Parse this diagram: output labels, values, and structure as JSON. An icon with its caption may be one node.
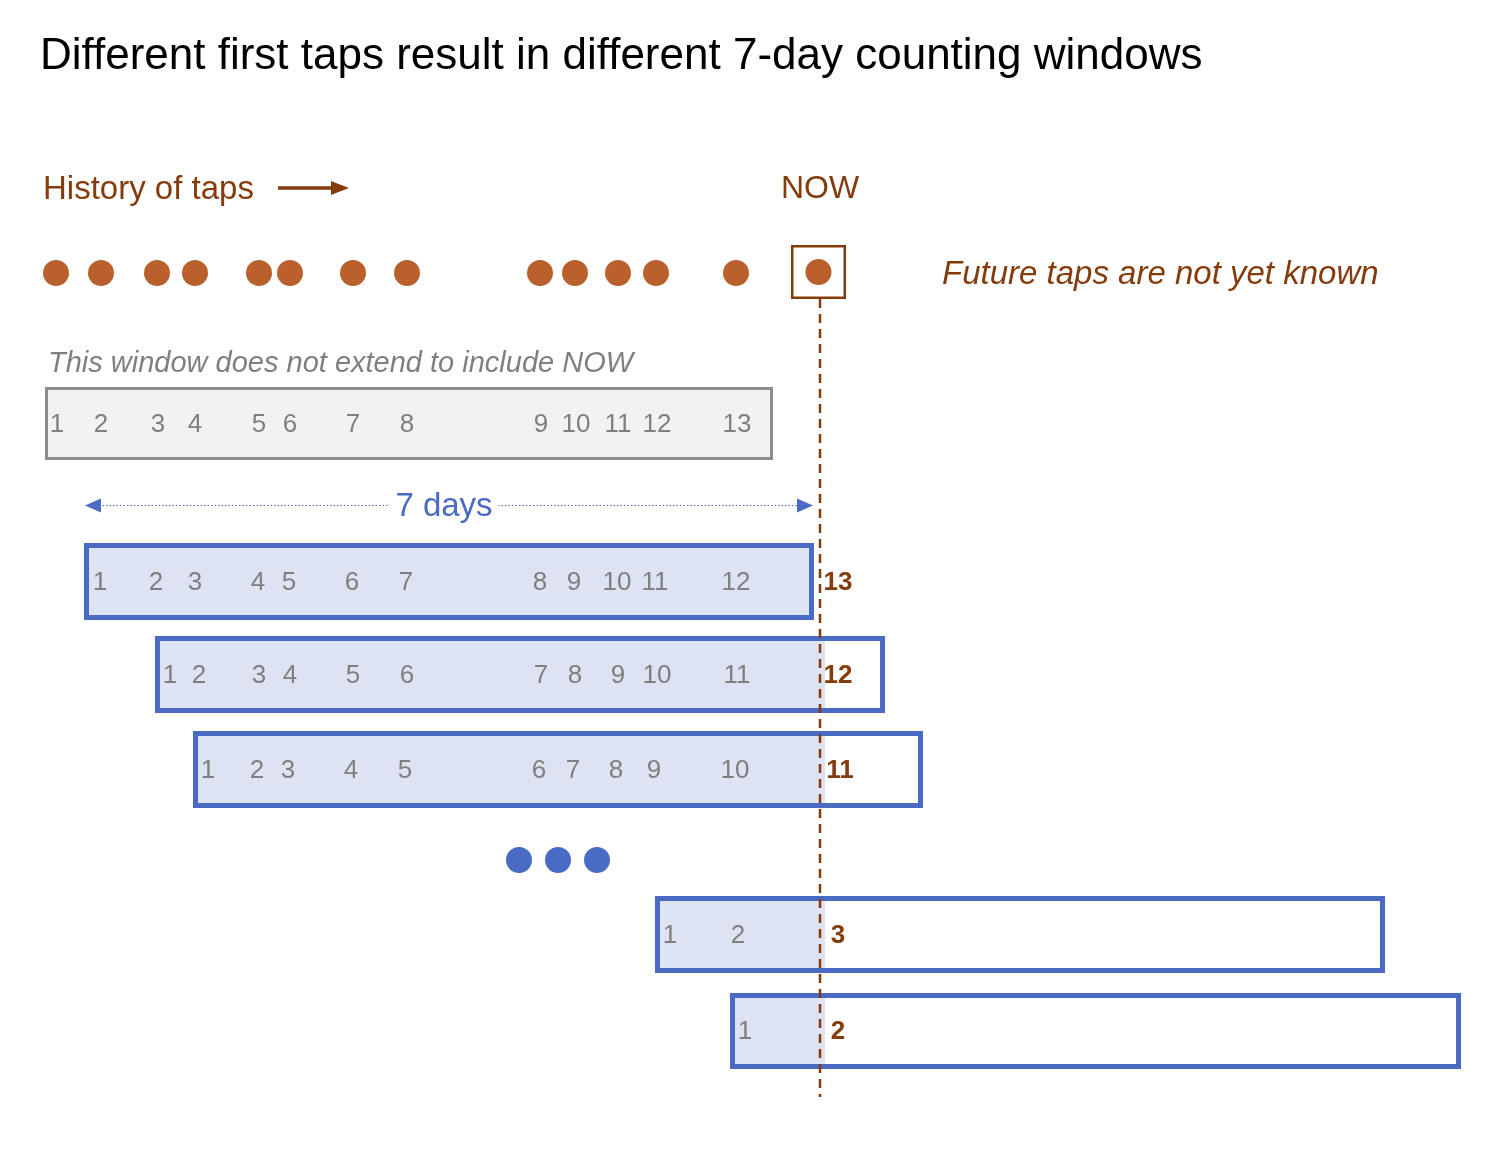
{
  "diagram": {
    "title": "Different first taps result in different 7-day counting windows",
    "nodes": [
      {
        "text": [
          "1",
          "2",
          "3",
          "4",
          "5",
          "6",
          "7",
          "8",
          "9",
          "10",
          "11",
          "12",
          "13"
        ],
        "beside": [
          "This window does not extend to include NOW"
        ]
      },
      {
        "text": [
          "1",
          "2",
          "3",
          "4",
          "5",
          "6",
          "7",
          "8",
          "9",
          "10",
          "11",
          "12"
        ],
        "beside": [
          "13"
        ]
      },
      {
        "text": [
          "1",
          "2",
          "3",
          "4",
          "5",
          "6",
          "7",
          "8",
          "9",
          "10",
          "11",
          "12"
        ]
      },
      {
        "text": [
          "1",
          "2",
          "3",
          "4",
          "5",
          "6",
          "7",
          "8",
          "9",
          "10",
          "11"
        ]
      },
      {
        "text": [
          "1",
          "2",
          "3"
        ]
      },
      {
        "text": [
          "1",
          "2"
        ]
      }
    ],
    "labels": [
      "History of taps",
      "NOW",
      "Future taps are not yet known",
      "7 days"
    ]
  }
}
